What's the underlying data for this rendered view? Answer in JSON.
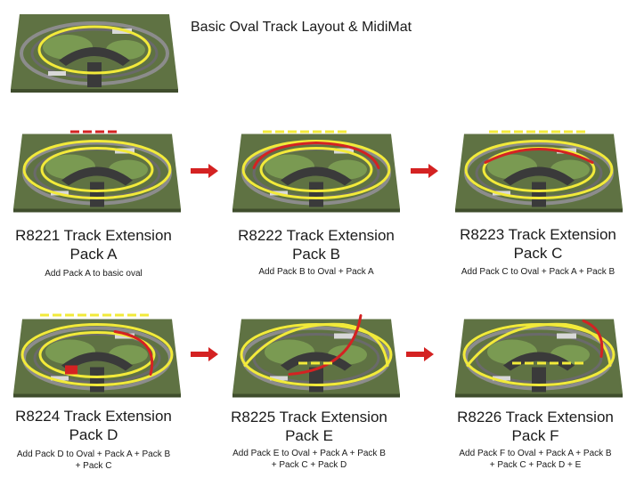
{
  "title": "Basic Oval Track Layout & MidiMat",
  "packs": [
    {
      "name": "R8221 Track Extension\nPack A",
      "line1": "R8221 Track Extension",
      "line2": "Pack A",
      "desc1": "Add Pack A to basic oval",
      "desc2": ""
    },
    {
      "name": "R8222 Track Extension\nPack B",
      "line1": "R8222 Track Extension",
      "line2": "Pack B",
      "desc1": "Add Pack B to Oval + Pack A",
      "desc2": ""
    },
    {
      "name": "R8223 Track Extension\nPack C",
      "line1": "R8223 Track Extension",
      "line2": "Pack C",
      "desc1": "Add Pack C to Oval + Pack A + Pack B",
      "desc2": ""
    },
    {
      "name": "R8224 Track Extension\nPack D",
      "line1": "R8224 Track Extension",
      "line2": "Pack D",
      "desc1": "Add Pack D to Oval + Pack A + Pack B",
      "desc2": "+ Pack C"
    },
    {
      "name": "R8225 Track Extension\nPack E",
      "line1": "R8225 Track Extension",
      "line2": "Pack E",
      "desc1": "Add Pack E to Oval + Pack A + Pack B",
      "desc2": "+ Pack C + Pack D"
    },
    {
      "name": "R8226 Track Extension\nPack F",
      "line1": "R8226 Track Extension",
      "line2": "Pack F",
      "desc1": "Add Pack F to Oval + Pack A + Pack B",
      "desc2": "+ Pack C + Pack D + E"
    }
  ],
  "colors": {
    "mat": "#5f7243",
    "road": "#3a3a3a",
    "track_base": "#8c8c8c",
    "highlight_existing": "#f2ea3a",
    "highlight_new": "#d42222",
    "arrow": "#d42222"
  }
}
